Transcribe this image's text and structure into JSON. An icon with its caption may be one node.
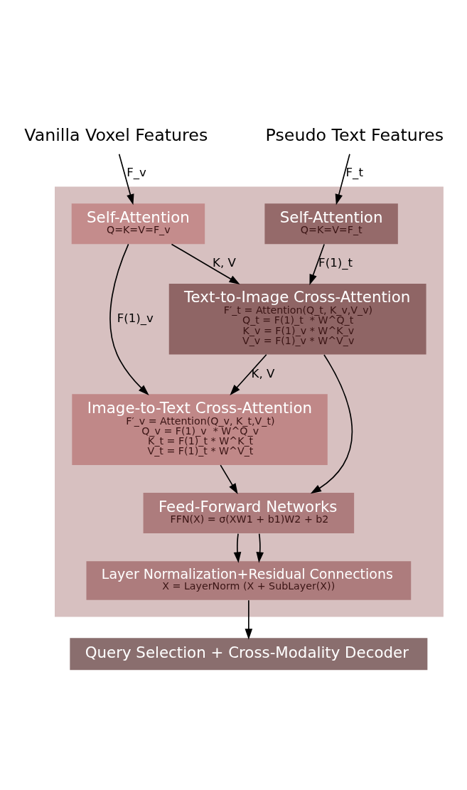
{
  "diagram": {
    "nodes": [
      {
        "text": [
          "Vanilla Voxel Features"
        ]
      },
      {
        "text": [
          "Pseudo Text Features"
        ]
      },
      {
        "text": [],
        "shape": "box"
      },
      {
        "text": [
          "Self-Attention",
          "Q=K=V=F_v"
        ],
        "in": 2
      },
      {
        "text": [
          "Self-Attention",
          "Q=K=V=F_t"
        ],
        "in": 2
      },
      {
        "text": [
          "Text-to-Image Cross-Attention",
          "F′_t = Attention(Q_t, K_v,V_v)",
          "Q_t = F(1)_t  * W^Q_t",
          "K_v = F(1)_v * W^K_v",
          "V_v = F(1)_v * W^V_v"
        ],
        "in": 2
      },
      {
        "text": [
          "Image-to-Text Cross-Attention",
          "F′_v = Attention(Q_v, K_t,V_t)",
          "Q_v = F(1)_v  * W^Q_v",
          "K_t = F(1)_t * W^K_t",
          "V_t = F(1)_t * W^V_t"
        ],
        "in": 2
      },
      {
        "text": [
          "Feed-Forward Networks",
          "FFN(X) = σ(XW1 + b1)W2 + b2"
        ],
        "in": 2
      },
      {
        "text": [
          "Layer Normalization+Residual Connections",
          "X = LayerNorm (X + SubLayer(X))"
        ],
        "in": 2
      },
      {
        "text": [
          "Query Selection + Cross-Modality Decoder"
        ]
      }
    ],
    "edges": [
      {
        "from": 0,
        "to": 3,
        "arrow": "to",
        "label": "F_v"
      },
      {
        "from": 1,
        "to": 4,
        "arrow": "to",
        "label": "F_t"
      },
      {
        "from": 4,
        "to": 5,
        "arrow": "to",
        "label": "F(1)_t"
      },
      {
        "from": 3,
        "to": 6,
        "arrow": "to",
        "label": "F(1)_v"
      },
      {
        "from": 3,
        "to": 5,
        "arrow": "to",
        "label": "K, V"
      },
      {
        "from": 5,
        "to": 6,
        "arrow": "to",
        "label": "K, V"
      },
      {
        "from": 6,
        "to": 7,
        "arrow": "to"
      },
      {
        "from": 5,
        "to": 7,
        "arrow": "to"
      },
      {
        "from": 7,
        "to": 8,
        "arrow": "to"
      },
      {
        "from": 7,
        "to": 8,
        "arrow": "to"
      },
      {
        "from": 8,
        "to": 9,
        "arrow": "to"
      }
    ]
  }
}
